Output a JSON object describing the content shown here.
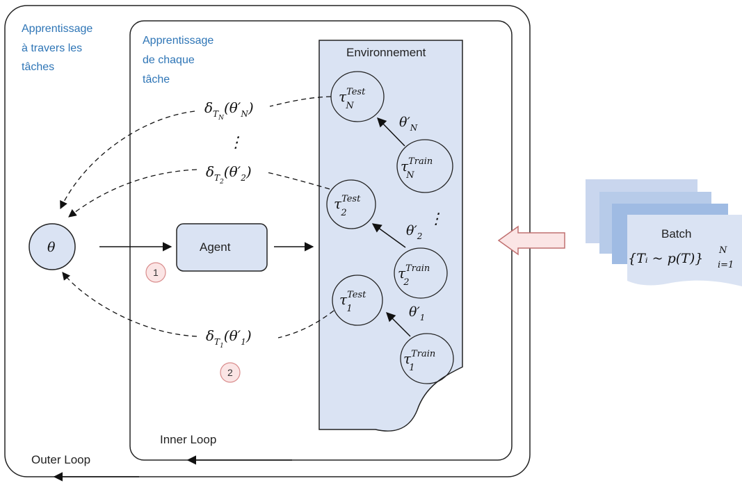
{
  "labels": {
    "outer_title_l1": "Apprentissage",
    "outer_title_l2": "à travers les",
    "outer_title_l3": "tâches",
    "inner_title_l1": "Apprentissage",
    "inner_title_l2": "de chaque",
    "inner_title_l3": "tâche",
    "environment": "Environnement",
    "agent": "Agent",
    "outer_loop": "Outer Loop",
    "inner_loop": "Inner Loop",
    "batch": "Batch",
    "theta": "θ",
    "step1": "1",
    "step2": "2",
    "vdots": "⋮"
  },
  "math": {
    "tau": "τ",
    "test": "Test",
    "train": "Train",
    "sub_N": "N",
    "sub_2": "2",
    "sub_1": "1",
    "delta": "δ",
    "theta_prime_N": "θ′",
    "theta_prime_2": "θ′",
    "theta_prime_1": "θ′",
    "batch_formula_main": "{Tᵢ ~ p(T)}",
    "batch_formula_sup": "N",
    "batch_formula_sub": "i=1"
  },
  "colors": {
    "env_fill": "#dae3f3",
    "node_fill": "#dae3f3",
    "step_fill": "#fbe5e5",
    "step_stroke": "#d98c8c",
    "arrow_fill": "#fbe5e5",
    "arrow_stroke": "#c07070",
    "title_blue": "#2e75b6",
    "batch_page1": "#c9d6ee",
    "batch_page2": "#b7cbe9",
    "batch_page3": "#9fbbe3",
    "batch_page4": "#dae3f3"
  }
}
